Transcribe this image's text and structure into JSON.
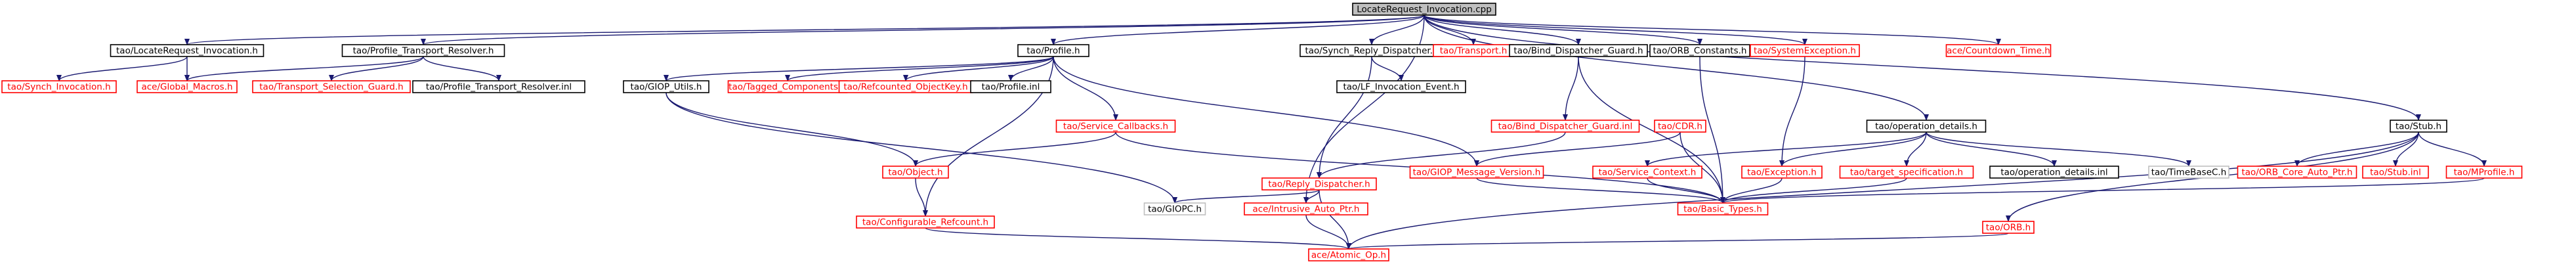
{
  "diagram": {
    "title": "LocateRequest_Invocation.cpp",
    "colors": {
      "root_fill": "#bfbfbf",
      "node_fill": "#ffffff",
      "border_documented": "#000000",
      "border_undocumented": "#ff0000",
      "text_documented": "#000000",
      "text_undocumented": "#ff0000",
      "edge": "#191970"
    },
    "nodes": [
      {
        "id": "root",
        "label": "LocateRequest_Invocation.cpp",
        "kind": "root"
      },
      {
        "id": "locreq_h",
        "label": "tao/LocateRequest_Invocation.h",
        "kind": "documented"
      },
      {
        "id": "ptr_h",
        "label": "tao/Profile_Transport_Resolver.h",
        "kind": "documented"
      },
      {
        "id": "profile_h",
        "label": "tao/Profile.h",
        "kind": "documented"
      },
      {
        "id": "srd_h",
        "label": "tao/Synch_Reply_Dispatcher.h",
        "kind": "documented"
      },
      {
        "id": "transport_h",
        "label": "tao/Transport.h",
        "kind": "undocumented"
      },
      {
        "id": "bdg_h",
        "label": "tao/Bind_Dispatcher_Guard.h",
        "kind": "documented"
      },
      {
        "id": "orbc_h",
        "label": "tao/ORB_Constants.h",
        "kind": "documented"
      },
      {
        "id": "sysexc_h",
        "label": "tao/SystemException.h",
        "kind": "undocumented"
      },
      {
        "id": "countdown_h",
        "label": "ace/Countdown_Time.h",
        "kind": "undocumented"
      },
      {
        "id": "synchinv_h",
        "label": "tao/Synch_Invocation.h",
        "kind": "undocumented"
      },
      {
        "id": "globalmacros_h",
        "label": "ace/Global_Macros.h",
        "kind": "undocumented"
      },
      {
        "id": "tsg_h",
        "label": "tao/Transport_Selection_Guard.h",
        "kind": "undocumented"
      },
      {
        "id": "ptr_inl",
        "label": "tao/Profile_Transport_Resolver.inl",
        "kind": "documented"
      },
      {
        "id": "giop_utils_h",
        "label": "tao/GIOP_Utils.h",
        "kind": "documented"
      },
      {
        "id": "tagged_h",
        "label": "tao/Tagged_Components.h",
        "kind": "undocumented"
      },
      {
        "id": "refkey_h",
        "label": "tao/Refcounted_ObjectKey.h",
        "kind": "undocumented"
      },
      {
        "id": "profile_inl",
        "label": "tao/Profile.inl",
        "kind": "documented"
      },
      {
        "id": "svccb_h",
        "label": "tao/Service_Callbacks.h",
        "kind": "undocumented"
      },
      {
        "id": "lfinv_h",
        "label": "tao/LF_Invocation_Event.h",
        "kind": "documented"
      },
      {
        "id": "bdg_inl",
        "label": "tao/Bind_Dispatcher_Guard.inl",
        "kind": "undocumented"
      },
      {
        "id": "cdr_h",
        "label": "tao/CDR.h",
        "kind": "undocumented"
      },
      {
        "id": "opdet_h",
        "label": "tao/operation_details.h",
        "kind": "documented"
      },
      {
        "id": "stub_h",
        "label": "tao/Stub.h",
        "kind": "documented"
      },
      {
        "id": "object_h",
        "label": "tao/Object.h",
        "kind": "undocumented"
      },
      {
        "id": "replydisp_h",
        "label": "tao/Reply_Dispatcher.h",
        "kind": "undocumented"
      },
      {
        "id": "giopmsgver_h",
        "label": "tao/GIOP_Message_Version.h",
        "kind": "undocumented"
      },
      {
        "id": "svcctx_h",
        "label": "tao/Service_Context.h",
        "kind": "undocumented"
      },
      {
        "id": "exception_h",
        "label": "tao/Exception.h",
        "kind": "undocumented"
      },
      {
        "id": "targetspec_h",
        "label": "tao/target_specification.h",
        "kind": "undocumented"
      },
      {
        "id": "opdet_inl",
        "label": "tao/operation_details.inl",
        "kind": "documented"
      },
      {
        "id": "timebase_h",
        "label": "tao/TimeBaseC.h",
        "kind": "other"
      },
      {
        "id": "coreauto_h",
        "label": "tao/ORB_Core_Auto_Ptr.h",
        "kind": "undocumented"
      },
      {
        "id": "stub_inl",
        "label": "tao/Stub.inl",
        "kind": "undocumented"
      },
      {
        "id": "mprofile_h",
        "label": "tao/MProfile.h",
        "kind": "undocumented"
      },
      {
        "id": "cfgref_h",
        "label": "tao/Configurable_Refcount.h",
        "kind": "undocumented"
      },
      {
        "id": "giopc_h",
        "label": "tao/GIOPC.h",
        "kind": "other"
      },
      {
        "id": "intrusive_h",
        "label": "ace/Intrusive_Auto_Ptr.h",
        "kind": "undocumented"
      },
      {
        "id": "basictypes_h",
        "label": "tao/Basic_Types.h",
        "kind": "undocumented"
      },
      {
        "id": "orb_h",
        "label": "tao/ORB.h",
        "kind": "undocumented"
      },
      {
        "id": "atomic_h",
        "label": "ace/Atomic_Op.h",
        "kind": "undocumented"
      }
    ],
    "edges": [
      [
        "root",
        "locreq_h"
      ],
      [
        "root",
        "ptr_h"
      ],
      [
        "root",
        "profile_h"
      ],
      [
        "root",
        "srd_h"
      ],
      [
        "root",
        "transport_h"
      ],
      [
        "root",
        "bdg_h"
      ],
      [
        "root",
        "orbc_h"
      ],
      [
        "root",
        "sysexc_h"
      ],
      [
        "root",
        "countdown_h"
      ],
      [
        "root",
        "opdet_h"
      ],
      [
        "root",
        "stub_h"
      ],
      [
        "root",
        "intrusive_h"
      ],
      [
        "locreq_h",
        "synchinv_h"
      ],
      [
        "locreq_h",
        "globalmacros_h"
      ],
      [
        "ptr_h",
        "globalmacros_h"
      ],
      [
        "ptr_h",
        "tsg_h"
      ],
      [
        "ptr_h",
        "ptr_inl"
      ],
      [
        "profile_h",
        "giop_utils_h"
      ],
      [
        "profile_h",
        "tagged_h"
      ],
      [
        "profile_h",
        "refkey_h"
      ],
      [
        "profile_h",
        "profile_inl"
      ],
      [
        "profile_h",
        "svccb_h"
      ],
      [
        "profile_h",
        "giopmsgver_h"
      ],
      [
        "profile_h",
        "cfgref_h"
      ],
      [
        "giop_utils_h",
        "object_h"
      ],
      [
        "giop_utils_h",
        "giopc_h"
      ],
      [
        "svccb_h",
        "object_h"
      ],
      [
        "svccb_h",
        "basictypes_h"
      ],
      [
        "object_h",
        "cfgref_h"
      ],
      [
        "cfgref_h",
        "atomic_h"
      ],
      [
        "srd_h",
        "lfinv_h"
      ],
      [
        "srd_h",
        "replydisp_h"
      ],
      [
        "bdg_h",
        "bdg_inl"
      ],
      [
        "bdg_inl",
        "replydisp_h"
      ],
      [
        "bdg_h",
        "basictypes_h"
      ],
      [
        "replydisp_h",
        "giopc_h"
      ],
      [
        "replydisp_h",
        "intrusive_h"
      ],
      [
        "replydisp_h",
        "atomic_h"
      ],
      [
        "intrusive_h",
        "atomic_h"
      ],
      [
        "cdr_h",
        "giopmsgver_h"
      ],
      [
        "cdr_h",
        "basictypes_h"
      ],
      [
        "giopmsgver_h",
        "basictypes_h"
      ],
      [
        "orbc_h",
        "basictypes_h"
      ],
      [
        "sysexc_h",
        "exception_h"
      ],
      [
        "exception_h",
        "basictypes_h"
      ],
      [
        "opdet_h",
        "svcctx_h"
      ],
      [
        "opdet_h",
        "exception_h"
      ],
      [
        "opdet_h",
        "targetspec_h"
      ],
      [
        "opdet_h",
        "opdet_inl"
      ],
      [
        "opdet_h",
        "timebase_h"
      ],
      [
        "targetspec_h",
        "basictypes_h"
      ],
      [
        "stub_h",
        "coreauto_h"
      ],
      [
        "stub_h",
        "stub_inl"
      ],
      [
        "stub_h",
        "mprofile_h"
      ],
      [
        "stub_h",
        "orb_h"
      ],
      [
        "stub_h",
        "atomic_h"
      ],
      [
        "mprofile_h",
        "basictypes_h"
      ],
      [
        "orb_h",
        "atomic_h"
      ],
      [
        "svcctx_h",
        "basictypes_h"
      ]
    ]
  }
}
